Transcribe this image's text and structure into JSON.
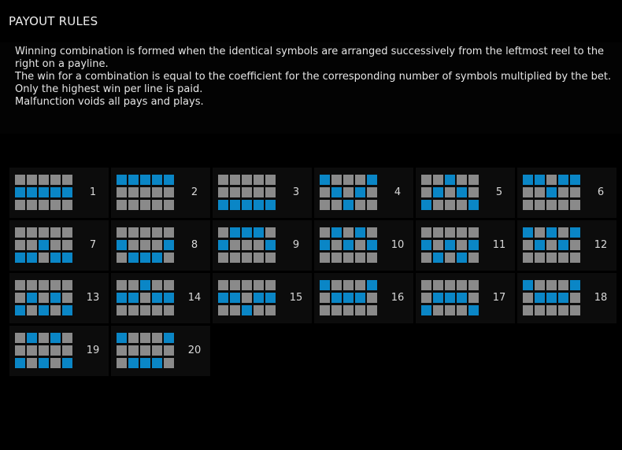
{
  "title": "PAYOUT RULES",
  "rules": [
    "Winning combination is formed when the identical symbols are arranged successively from the leftmost reel to the right on a payline.",
    "The win for a combination is equal to the coefficient for the corresponding number of symbols multiplied by the bet.",
    "Only the highest win per line is paid.",
    "Malfunction voids all pays and plays."
  ],
  "colors": {
    "active_cell": "#0a86c6",
    "inactive_cell": "#8a8a8a",
    "card_background": "#0c0c0c"
  },
  "paylines": [
    {
      "number": "1",
      "rows": [
        1,
        1,
        1,
        1,
        1
      ]
    },
    {
      "number": "2",
      "rows": [
        0,
        0,
        0,
        0,
        0
      ]
    },
    {
      "number": "3",
      "rows": [
        2,
        2,
        2,
        2,
        2
      ]
    },
    {
      "number": "4",
      "rows": [
        0,
        1,
        2,
        1,
        0
      ]
    },
    {
      "number": "5",
      "rows": [
        2,
        1,
        0,
        1,
        2
      ]
    },
    {
      "number": "6",
      "rows": [
        0,
        0,
        1,
        0,
        0
      ]
    },
    {
      "number": "7",
      "rows": [
        2,
        2,
        1,
        2,
        2
      ]
    },
    {
      "number": "8",
      "rows": [
        1,
        2,
        2,
        2,
        1
      ]
    },
    {
      "number": "9",
      "rows": [
        1,
        0,
        0,
        0,
        1
      ]
    },
    {
      "number": "10",
      "rows": [
        1,
        0,
        1,
        0,
        1
      ]
    },
    {
      "number": "11",
      "rows": [
        1,
        2,
        1,
        2,
        1
      ]
    },
    {
      "number": "12",
      "rows": [
        0,
        1,
        0,
        1,
        0
      ]
    },
    {
      "number": "13",
      "rows": [
        2,
        1,
        2,
        1,
        2
      ]
    },
    {
      "number": "14",
      "rows": [
        1,
        1,
        0,
        1,
        1
      ]
    },
    {
      "number": "15",
      "rows": [
        1,
        1,
        2,
        1,
        1
      ]
    },
    {
      "number": "16",
      "rows": [
        0,
        1,
        1,
        1,
        0
      ]
    },
    {
      "number": "17",
      "rows": [
        2,
        1,
        1,
        1,
        2
      ]
    },
    {
      "number": "18",
      "rows": [
        0,
        1,
        1,
        1,
        0
      ]
    },
    {
      "number": "19",
      "rows": [
        2,
        0,
        2,
        0,
        2
      ]
    },
    {
      "number": "20",
      "rows": [
        0,
        2,
        2,
        2,
        0
      ]
    }
  ]
}
